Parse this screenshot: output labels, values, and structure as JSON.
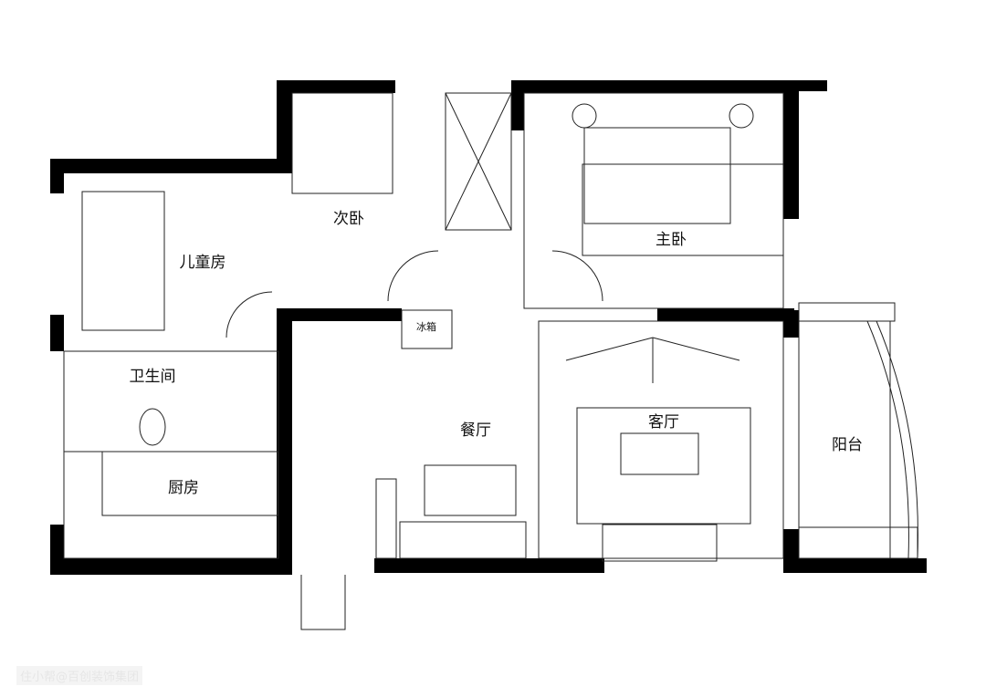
{
  "rooms": {
    "second_bedroom": "次卧",
    "master_bedroom": "主卧",
    "kids_room": "儿童房",
    "bathroom": "卫生间",
    "kitchen": "厨房",
    "dining": "餐厅",
    "living": "客厅",
    "balcony": "阳台",
    "fridge": "冰箱"
  },
  "watermark": "住小帮@百创装饰集团"
}
